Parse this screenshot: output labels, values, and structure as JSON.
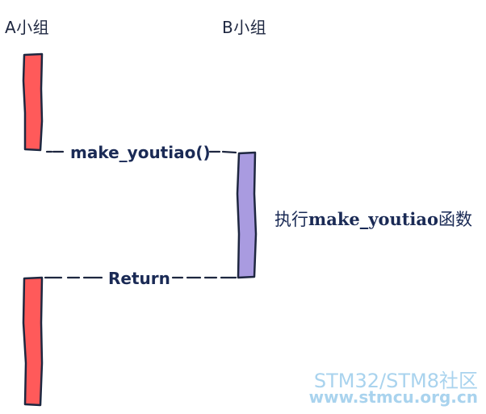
{
  "lanes": {
    "a_label": "A小组",
    "b_label": "B小组"
  },
  "messages": {
    "call_label": "make_youtiao()",
    "return_label": "Return"
  },
  "note": {
    "prefix": "执行",
    "func": "make_youtiao",
    "suffix": "函数"
  },
  "watermark": {
    "line1": "STM32/STM8社区",
    "line2": "www.stmcu.org.cn"
  },
  "colors": {
    "activation_a": "#ff5a5a",
    "activation_b": "#a99be0",
    "outline": "#1e2740",
    "watermark": "#a9d3ee"
  }
}
